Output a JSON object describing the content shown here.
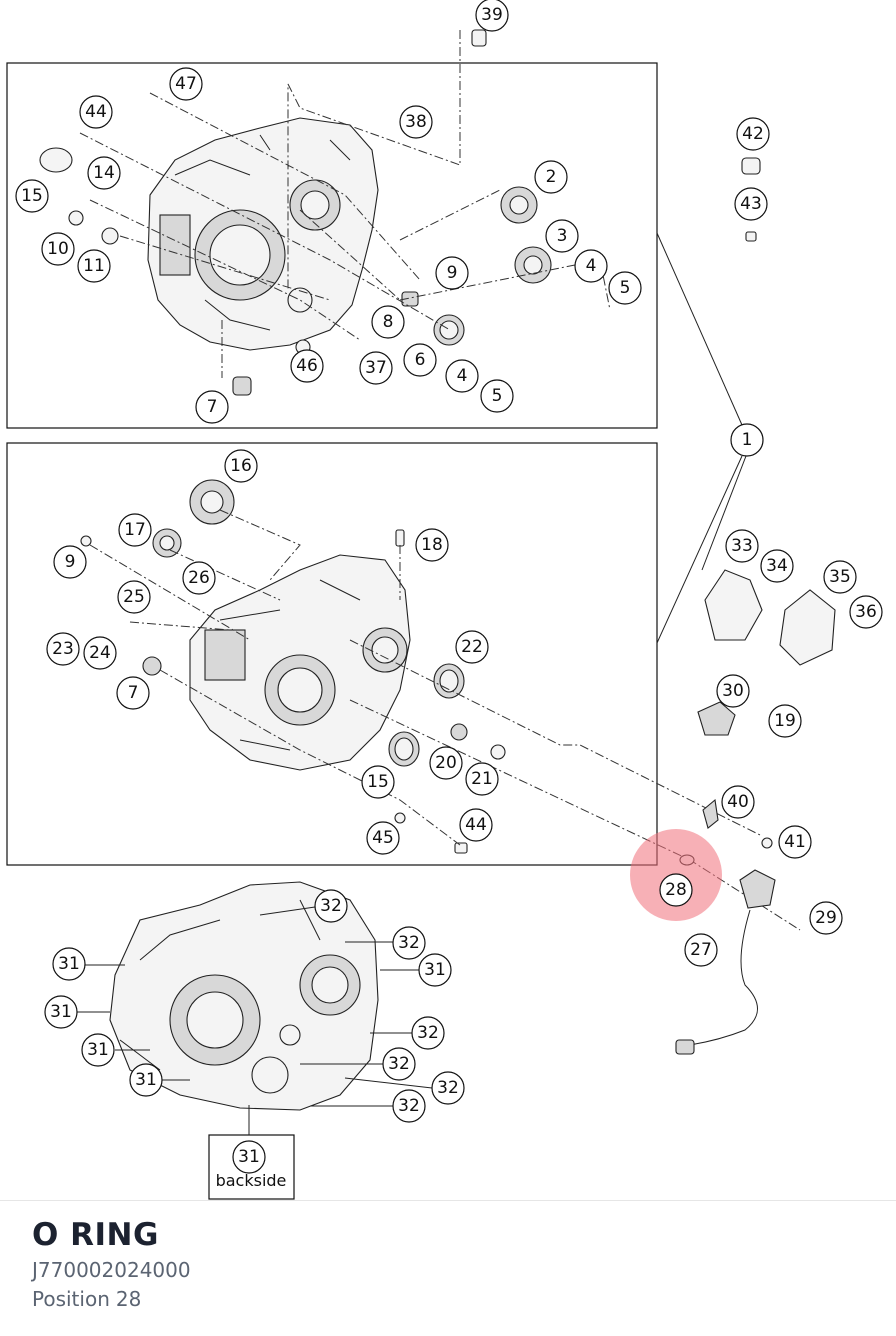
{
  "diagram": {
    "highlight_color": "#f0707a",
    "selected_position": "28",
    "callouts": [
      "39",
      "47",
      "44",
      "38",
      "42",
      "43",
      "14",
      "15",
      "10",
      "11",
      "2",
      "3",
      "4",
      "5",
      "9",
      "8",
      "6",
      "46",
      "37",
      "4",
      "5",
      "7",
      "1",
      "16",
      "17",
      "18",
      "26",
      "9",
      "25",
      "23",
      "24",
      "22",
      "7",
      "15",
      "20",
      "21",
      "44",
      "45",
      "33",
      "34",
      "35",
      "36",
      "30",
      "19",
      "40",
      "41",
      "28",
      "29",
      "27",
      "32",
      "32",
      "31",
      "31",
      "31",
      "32",
      "31",
      "32",
      "31",
      "32",
      "32",
      "31"
    ],
    "backside_label": "backside"
  },
  "part": {
    "title": "O RING",
    "number": "J770002024000",
    "position_prefix": "Position",
    "position_value": "28"
  }
}
